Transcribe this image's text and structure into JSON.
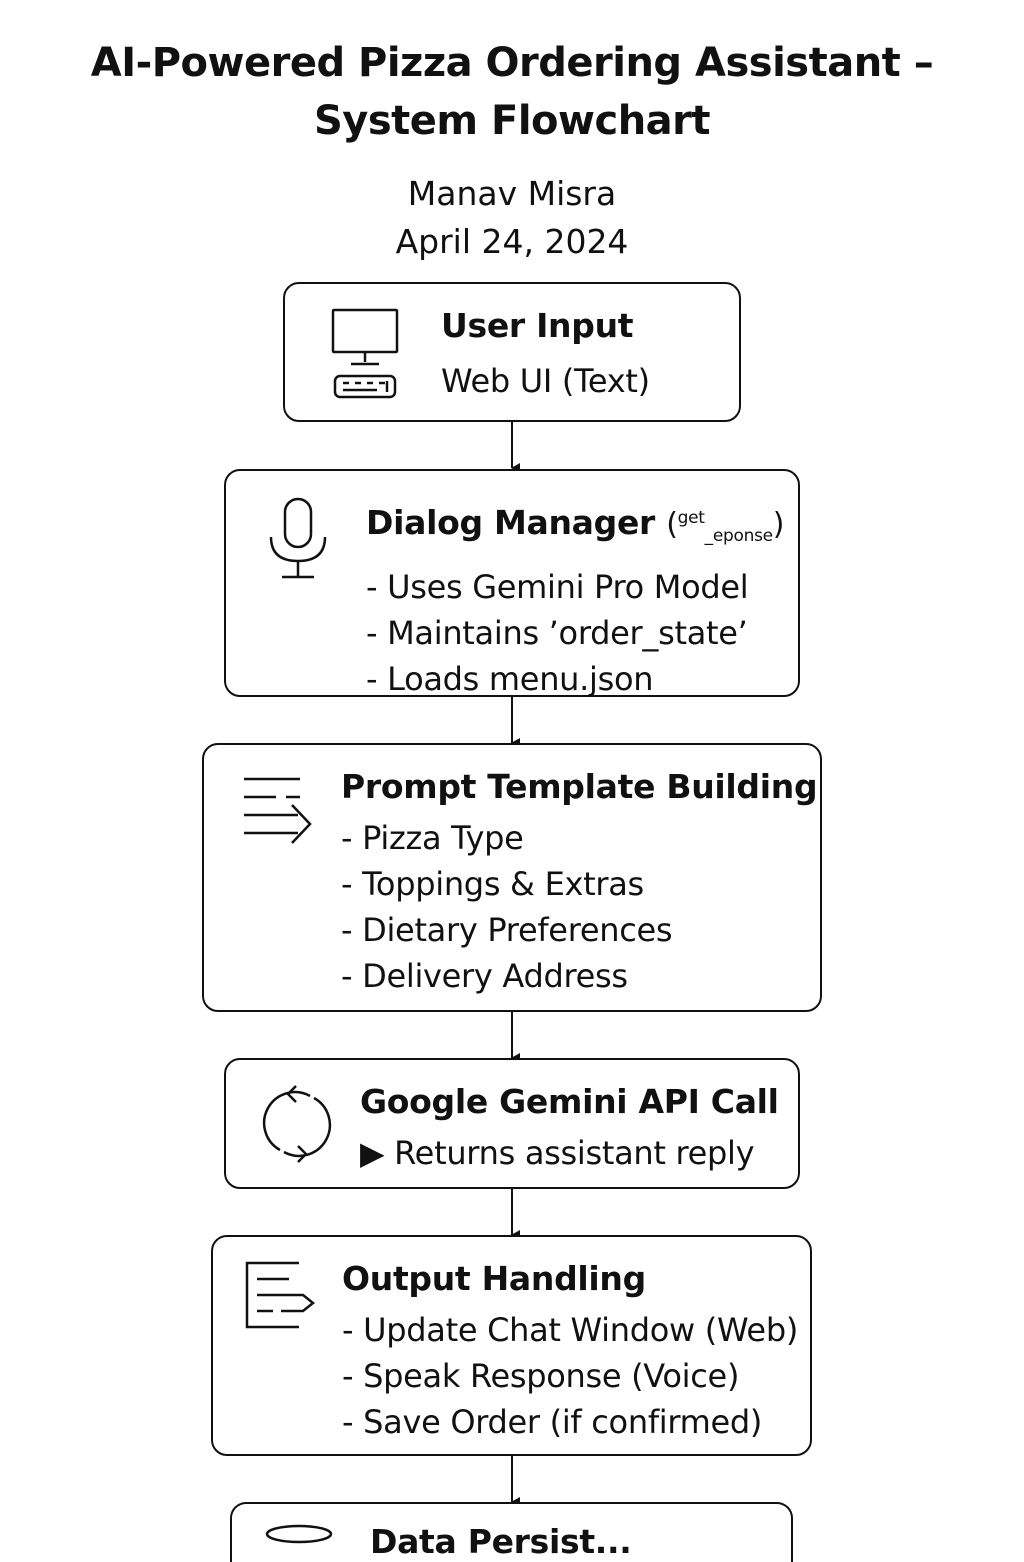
{
  "header": {
    "title_line1": "AI-Powered Pizza Ordering Assistant –",
    "title_line2": "System Flowchart",
    "author": "Manav Misra",
    "date": "April 24, 2024"
  },
  "steps": [
    {
      "icon": "computer-keyboard-icon",
      "title": "User Input",
      "lines": [
        "Web UI (Text)"
      ]
    },
    {
      "icon": "microphone-icon",
      "title": "Dialog Manager",
      "title_suffix_open": "(",
      "title_suffix_sup": "get",
      "title_suffix_sub": "_eponse",
      "title_suffix_close": ")",
      "lines": [
        "- Uses Gemini Pro Model",
        "- Maintains ’order_state’",
        "- Loads menu.json"
      ]
    },
    {
      "icon": "prompt-lines-arrow-icon",
      "title": "Prompt Template Building",
      "lines": [
        "- Pizza Type",
        "- Toppings & Extras",
        "- Dietary Preferences",
        "- Delivery Address"
      ]
    },
    {
      "icon": "refresh-cycle-icon",
      "title": "Google Gemini API Call",
      "lines": [
        "▶ Returns assistant reply"
      ]
    },
    {
      "icon": "document-output-icon",
      "title": "Output Handling",
      "lines": [
        "- Update Chat Window (Web)",
        "- Speak Response (Voice)",
        "- Save Order (if confirmed)"
      ]
    },
    {
      "icon": "database-icon",
      "title": "Data Persist..."
    }
  ]
}
